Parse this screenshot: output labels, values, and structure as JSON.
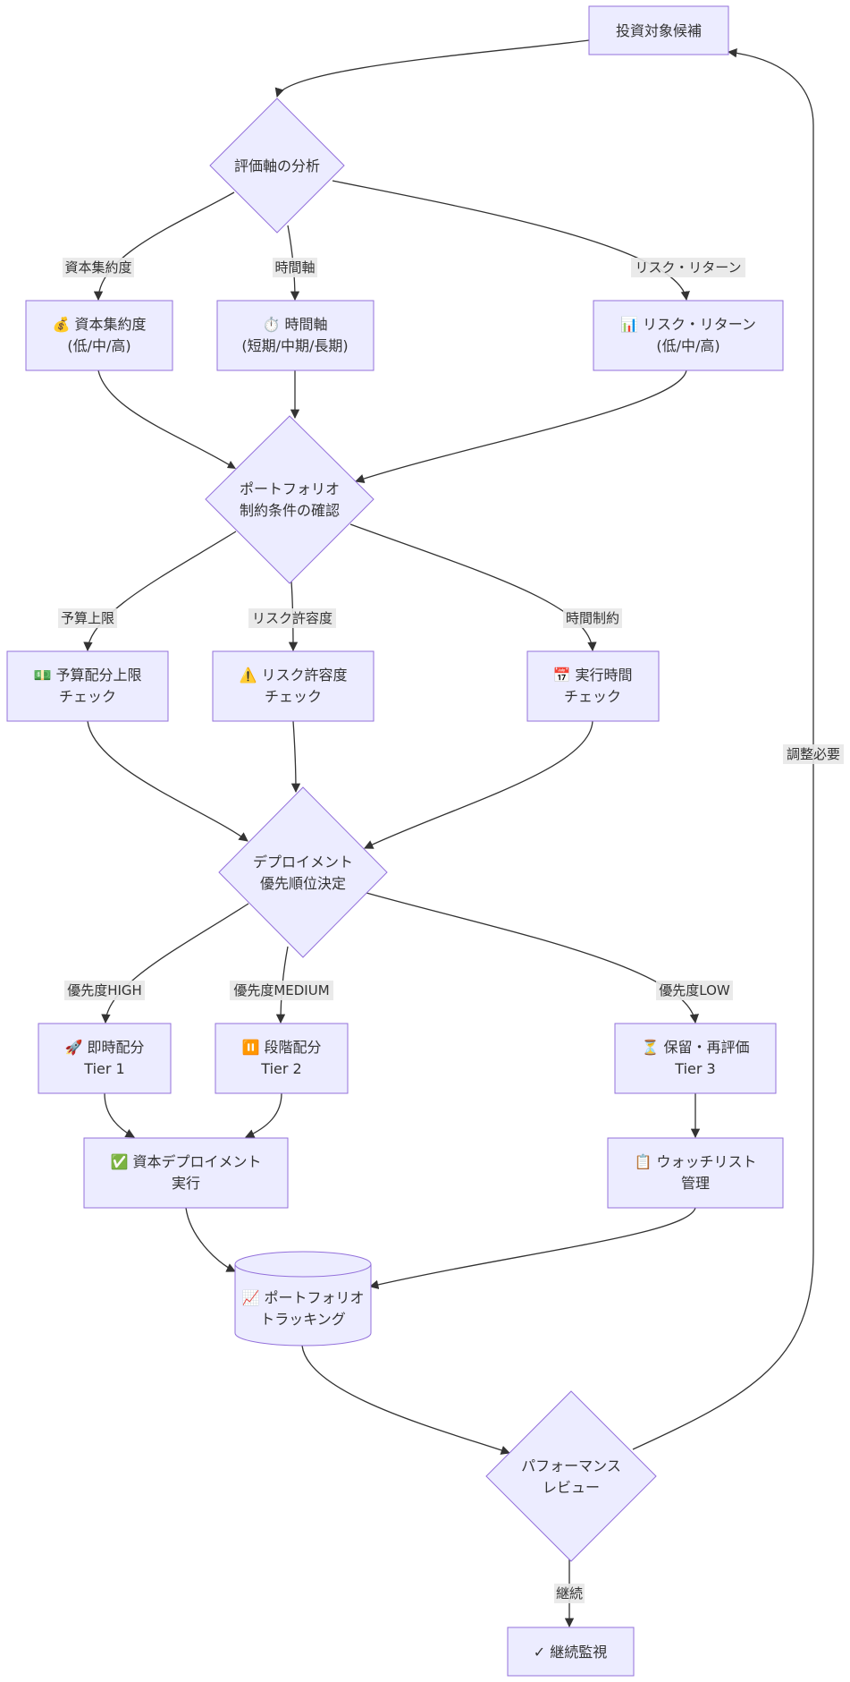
{
  "nodes": {
    "candidate": [
      "投資対象候補"
    ],
    "axis_analysis": [
      "評価軸の分析"
    ],
    "capital": [
      "💰 資本集約度",
      "(低/中/高)"
    ],
    "time": [
      "⏱️ 時間軸",
      "(短期/中期/長期)"
    ],
    "risk": [
      "📊 リスク・リターン",
      "(低/中/高)"
    ],
    "constraints": [
      "ポートフォリオ",
      "制約条件の確認"
    ],
    "budget": [
      "💵 予算配分上限",
      "チェック"
    ],
    "tolerance": [
      "⚠️ リスク許容度",
      "チェック"
    ],
    "exec_time": [
      "📅 実行時間",
      "チェック"
    ],
    "priority": [
      "デプロイメント",
      "優先順位決定"
    ],
    "tier1": [
      "🚀 即時配分",
      "Tier 1"
    ],
    "tier2": [
      "⏸️ 段階配分",
      "Tier 2"
    ],
    "tier3": [
      "⏳ 保留・再評価",
      "Tier 3"
    ],
    "deploy": [
      "✅ 資本デプロイメント",
      "実行"
    ],
    "watchlist": [
      "📋 ウォッチリスト",
      "管理"
    ],
    "tracking": [
      "📈 ポートフォリオ",
      "トラッキング"
    ],
    "review": [
      "パフォーマンス",
      "レビュー"
    ],
    "monitor": [
      "✓ 継続監視"
    ]
  },
  "edge_labels": {
    "capital": "資本集約度",
    "time": "時間軸",
    "risk": "リスク・リターン",
    "budget": "予算上限",
    "tolerance": "リスク許容度",
    "exec_time": "時間制約",
    "high": "優先度HIGH",
    "medium": "優先度MEDIUM",
    "low": "優先度LOW",
    "continue": "継続",
    "adjust": "調整必要"
  },
  "colors": {
    "node_fill": "#ECECFF",
    "node_stroke": "#9370DB",
    "edge": "#333333",
    "label_bg": "#e8e8e8"
  }
}
